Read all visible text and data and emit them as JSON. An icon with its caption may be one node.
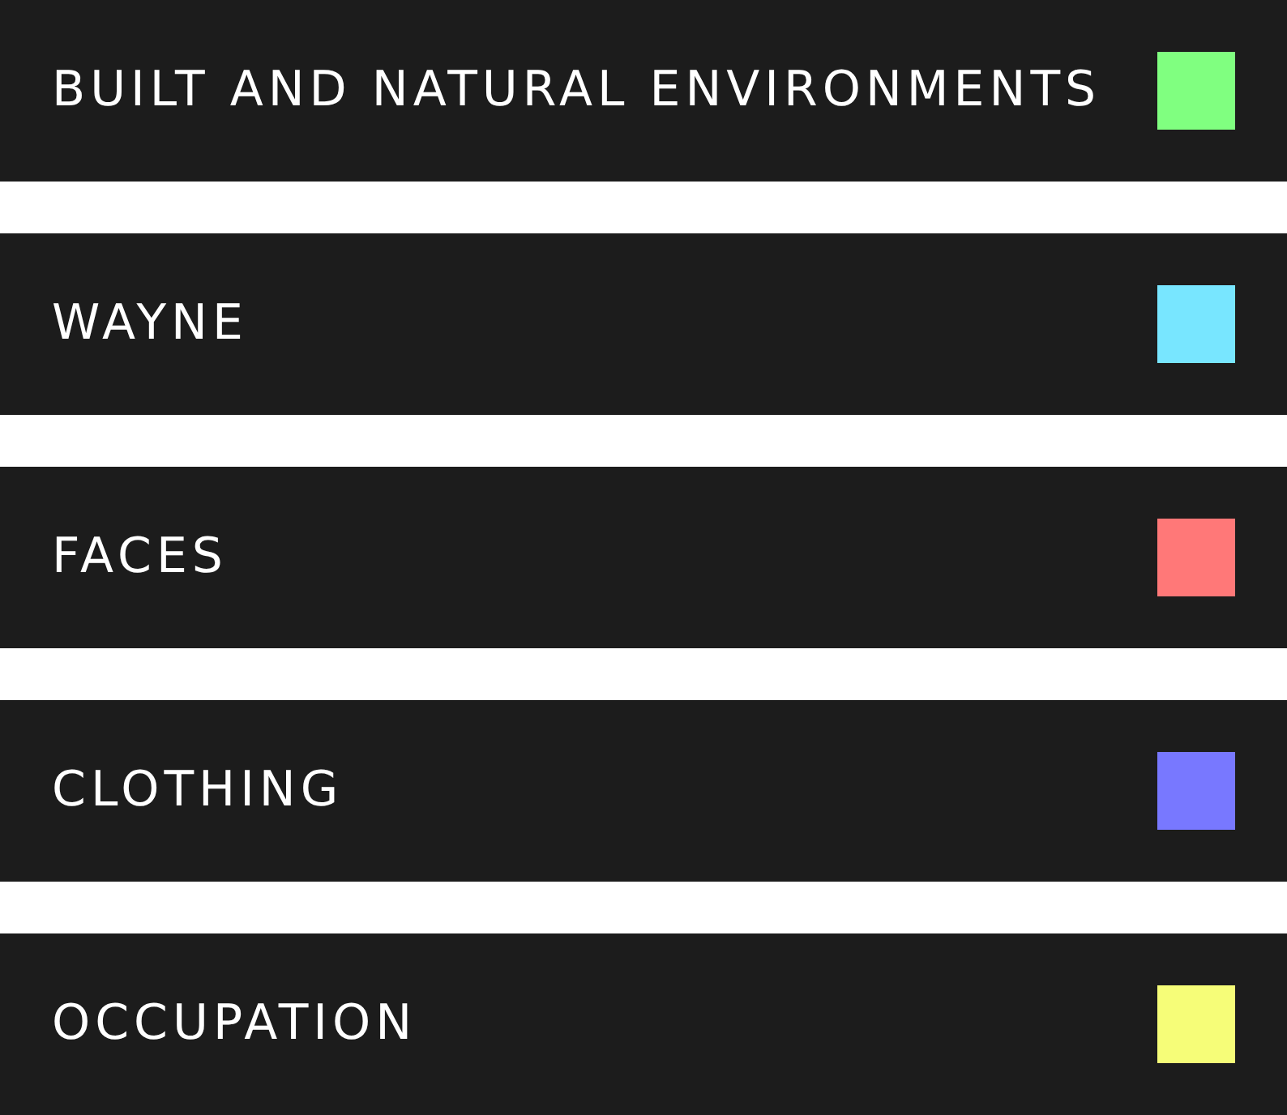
{
  "diagram": {
    "legend": [
      {
        "text": "BUILT AND NATURAL ENVIRONMENTS",
        "color": "#80ff80"
      },
      {
        "text": "WAYNE",
        "color": "#78e6ff"
      },
      {
        "text": "FACES",
        "color": "#ff7878"
      },
      {
        "text": "CLOTHING",
        "color": "#7878ff"
      },
      {
        "text": "OCCUPATION",
        "color": "#f6fd78"
      }
    ]
  }
}
